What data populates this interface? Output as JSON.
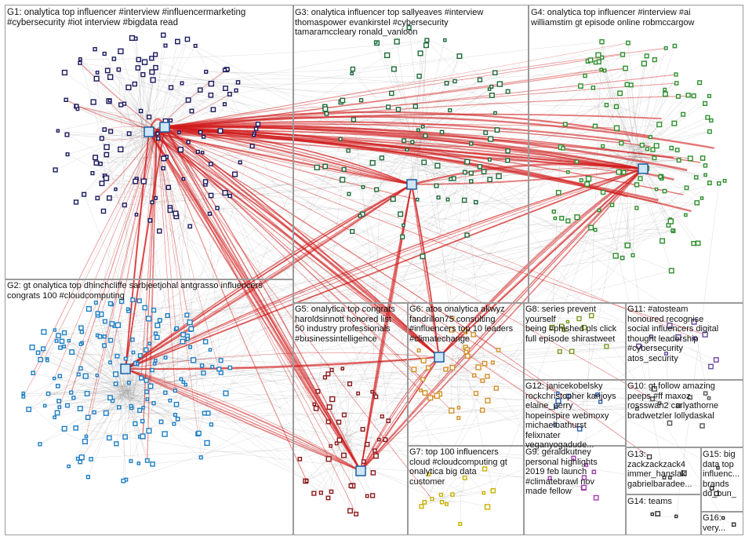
{
  "groups": [
    {
      "id": "G1",
      "label": "G1: onalytica top influencer #interview #influencermarketing\n#cybersecurity #iot interview #bigdata read",
      "color": "#1a1a5e"
    },
    {
      "id": "G2",
      "label": "G2: gt onalytica top dhinchcliffe sarbjeetjohal antgrasso influencers\ncongrats 100 #cloudcomputing",
      "color": "#1f7fc4"
    },
    {
      "id": "G3",
      "label": "G3: onalytica influencer top sallyeaves #interview\nthomaspower evankirstel #cybersecurity\ntamaramccleary ronald_vanloon",
      "color": "#1e6b3a"
    },
    {
      "id": "G4",
      "label": "G4: onalytica top influencer #interview #ai\nwilliamstim gt episode online robmccargow",
      "color": "#2e8f2e"
    },
    {
      "id": "G5",
      "label": "G5: onalytica top congrats\nharoldsinnott honored list\n50 industry professionals\n#businessintelligence",
      "color": "#8b1a1a"
    },
    {
      "id": "G6",
      "label": "G6: atos onalytica akwyz\nfandrillon75 consulting\n#influencers top 10 leaders\n#climatechange",
      "color": "#d2912a"
    },
    {
      "id": "G7",
      "label": "G7: top 100 influencers\ncloud #cloudcomputing gt\nonalytica big data\ncustomer",
      "color": "#c9b100"
    },
    {
      "id": "G8",
      "label": "G8: series prevent yourself\nbeing #phished pls click\nfull episode shirastweet",
      "color": "#7a9a22"
    },
    {
      "id": "G9",
      "label": "G9: geraldkutney\npersonal highlights\n2019 feb launch\n#climatebrawl nov\nmade fellow",
      "color": "#a23db0"
    },
    {
      "id": "G10",
      "label": "G10: gt follow amazing\npeeps #ff maxoz\nrossswan2 carlyathorne\nbradwetzler lollydaskal",
      "color": "#555555"
    },
    {
      "id": "G11",
      "label": "G11: #atosteam\nhonoured recognise\nsocial influencers digital\nthought leadership\n#cybersecurity\natos_security",
      "color": "#6a4aa0"
    },
    {
      "id": "G12",
      "label": "G12: janicekobelsky\nrockchristopher karijoys\nelaine_perry\nhopeinspire webmoxy\nmichaelbathurst\nfelixnater\nveganyogadude...",
      "color": "#2a5fb0"
    },
    {
      "id": "G13",
      "label": "G13:\nzackzackzack4\nimmer_hanslak\ngabrielbaradee...",
      "color": "#444444"
    },
    {
      "id": "G14",
      "label": "G14: teams",
      "color": "#333333"
    },
    {
      "id": "G15",
      "label": "G15: big\ndata top\ninfluenc...\nbrands\ndd_bun_",
      "color": "#333333"
    },
    {
      "id": "G16",
      "label": "G16:\nvery...",
      "color": "#333333"
    }
  ],
  "colors": {
    "edge": "#9a9a9a",
    "hub_edge": "#d11a1a",
    "box": "#9a9a9a",
    "background": "#ffffff"
  }
}
